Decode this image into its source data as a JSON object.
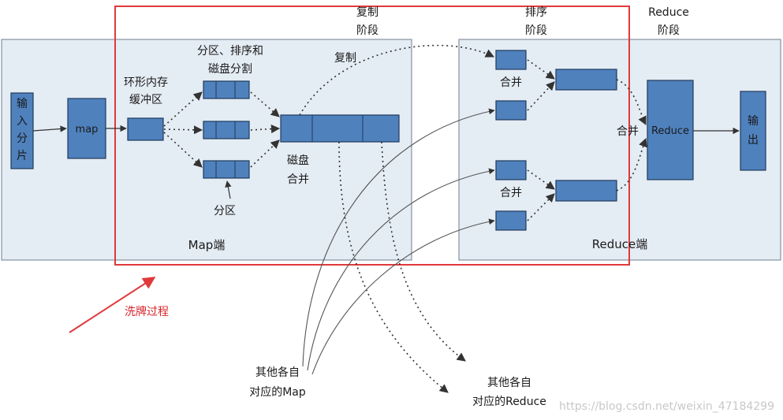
{
  "labels": {
    "input_split": [
      "输",
      "入",
      "分",
      "片"
    ],
    "map_block": "map",
    "ring_buffer": [
      "环形内存",
      "缓冲区"
    ],
    "partition_sort_spill": [
      "分区、排序和",
      "磁盘分割"
    ],
    "partition": "分区",
    "disk_merge": [
      "磁盘",
      "合并"
    ],
    "copy_arrow": "复制",
    "copy_phase": [
      "复制",
      "阶段"
    ],
    "sort_phase": [
      "排序",
      "阶段"
    ],
    "reduce_phase": [
      "Reduce",
      "阶段"
    ],
    "merge_top": "合并",
    "merge_bottom": "合并",
    "merge_right": "合并",
    "reduce_block": "Reduce",
    "output": [
      "输",
      "出"
    ],
    "map_side": "Map端",
    "reduce_side": "Reduce端",
    "shuffle": "洗牌过程",
    "other_maps": [
      "其他各自",
      "对应的Map"
    ],
    "other_reduces": [
      "其他各自",
      "对应的Reduce"
    ],
    "watermark": "https://blog.csdn.net/weixin_47184299"
  },
  "colors": {
    "block_fill": "#4f81bd",
    "panel_fill": "#e4ecf4",
    "highlight": "#e0393c",
    "shuffle_text": "#d9242a",
    "watermark": "#c8c8c8"
  }
}
